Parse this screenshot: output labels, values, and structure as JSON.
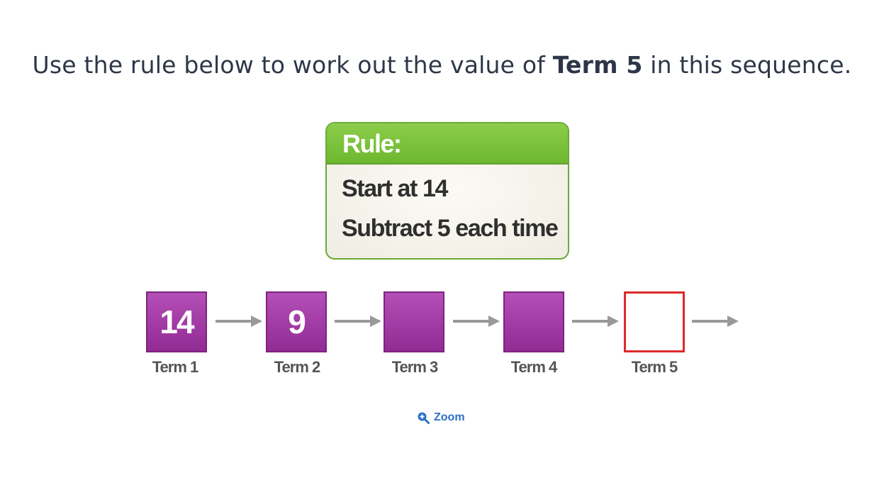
{
  "question": {
    "prefix": "Use the rule below to work out the value of ",
    "bold": "Term 5",
    "suffix": " in this sequence."
  },
  "rule": {
    "title": "Rule:",
    "lines": [
      "Start at 14",
      "Subtract 5 each time"
    ]
  },
  "sequence": {
    "terms": [
      {
        "label": "Term 1",
        "value": "14"
      },
      {
        "label": "Term 2",
        "value": "9"
      },
      {
        "label": "Term 3",
        "value": ""
      },
      {
        "label": "Term 4",
        "value": ""
      },
      {
        "label": "Term 5",
        "value": ""
      }
    ],
    "term_color": "#a43ea6",
    "target_border_color": "#dd2a2a",
    "arrow_color": "#999999"
  },
  "zoom": {
    "label": "Zoom",
    "icon": "zoom-in-icon",
    "color": "#2a6fc9"
  },
  "colors": {
    "rule_header": "#7cc13f",
    "text": "#2d3648"
  }
}
